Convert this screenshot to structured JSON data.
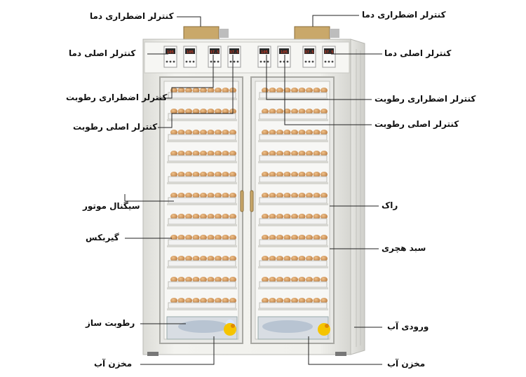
{
  "labels": {
    "emergency_temp_left": "کنترلر اضطراری دما",
    "main_temp_left": "کنترلر اصلی دما",
    "emergency_humidity_left": "کنترلر اضطراری رطوبت",
    "main_humidity_left": "کنترلر اصلی رطوبت",
    "motor_signal": "سیگنال موتور",
    "gearbox": "گیربکس",
    "humidifier": "رطوبت ساز",
    "water_tank_left": "مخزن آب",
    "emergency_temp_right": "کنترلر اضطراری دما",
    "main_temp_right": "کنترلر اصلی دما",
    "emergency_humidity_right": "کنترلر اضطراری رطوبت",
    "main_humidity_right": "کنترلر اصلی رطوبت",
    "rack": "راک",
    "hatching_basket": "سبد هچری",
    "water_inlet": "ورودی آب",
    "water_tank_right": "مخزن آب"
  },
  "controller_readouts": [
    "105",
    "105",
    "37.5",
    "37.5",
    "105",
    "105",
    "37.5",
    "37.5"
  ],
  "colors": {
    "cabinet": "#ecece8",
    "cabinet_shadow": "#d4d4cf",
    "tray": "#f2f2f2",
    "egg": "#d9a066",
    "egg_dark": "#b7793f",
    "gold_box": "#c9a86a",
    "logo_yellow": "#f5c400",
    "line": "#222222"
  },
  "trays_per_door": 11
}
